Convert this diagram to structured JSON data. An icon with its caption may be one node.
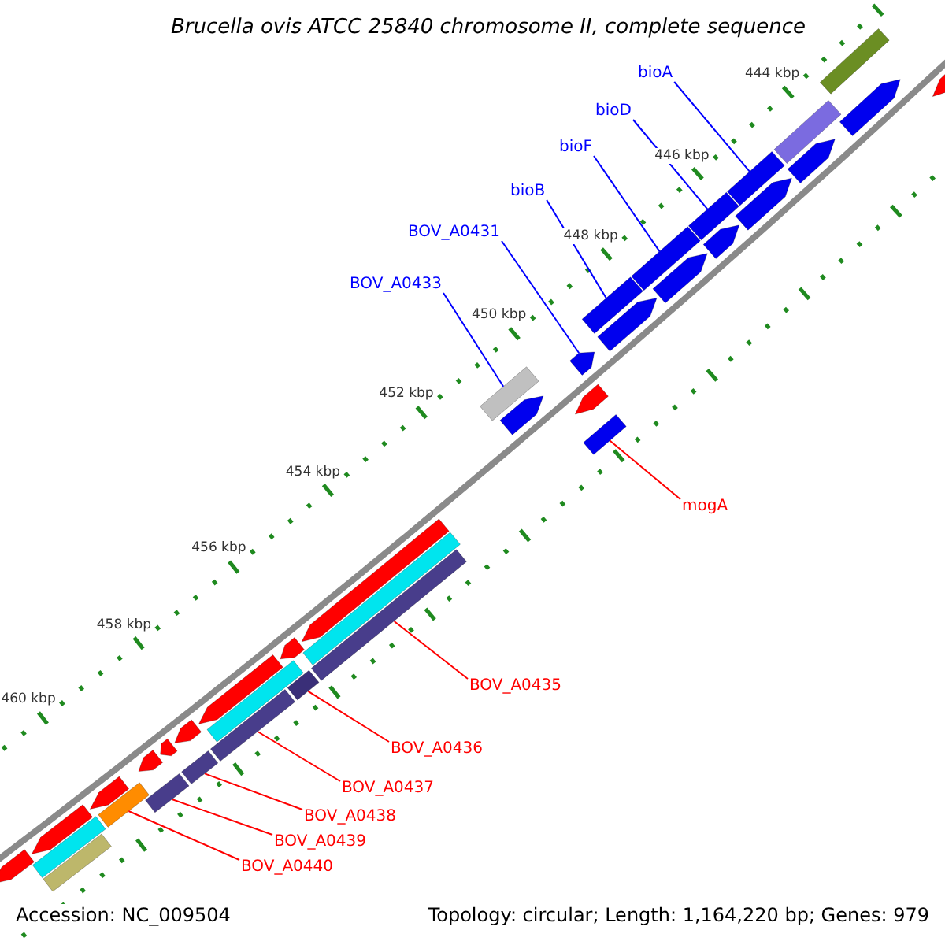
{
  "diagram": {
    "title": "Brucella ovis ATCC 25840 chromosome II, complete sequence",
    "nodes": [
      {
        "text": [
          "bioA"
        ]
      },
      {
        "text": [
          "bioD"
        ]
      },
      {
        "text": [
          "bioF"
        ]
      },
      {
        "text": [
          "bioB"
        ]
      },
      {
        "text": [
          "BOV_A0431"
        ]
      },
      {
        "text": [
          "BOV_A0433"
        ]
      },
      {
        "text": [
          "mogA"
        ]
      },
      {
        "text": [
          "BOV_A0435"
        ]
      },
      {
        "text": [
          "BOV_A0436"
        ]
      },
      {
        "text": [
          "BOV_A0437"
        ]
      },
      {
        "text": [
          "BOV_A0438"
        ]
      },
      {
        "text": [
          "BOV_A0439"
        ]
      },
      {
        "text": [
          "BOV_A0440"
        ]
      },
      {
        "text": [],
        "shape": "bar"
      },
      {
        "text": [],
        "shape": "bar"
      },
      {
        "text": [],
        "shape": "bar"
      },
      {
        "text": [],
        "shape": "bar"
      },
      {
        "text": [],
        "shape": "bar"
      },
      {
        "text": [],
        "shape": "bar"
      },
      {
        "text": [],
        "shape": "bar"
      },
      {
        "text": [],
        "shape": "bar"
      },
      {
        "text": [],
        "shape": "bar"
      },
      {
        "text": [],
        "shape": "bar"
      },
      {
        "text": [],
        "shape": "bar"
      },
      {
        "text": [],
        "shape": "bar"
      },
      {
        "text": [],
        "shape": "bar"
      },
      {
        "text": [],
        "shape": "bar"
      },
      {
        "text": [],
        "shape": "bar"
      },
      {
        "text": [],
        "shape": "bar"
      },
      {
        "text": [],
        "shape": "bar"
      },
      {
        "text": [],
        "shape": "bar"
      },
      {
        "text": [],
        "shape": "bar"
      },
      {
        "text": [],
        "shape": "bar"
      },
      {
        "text": [],
        "shape": "bar"
      },
      {
        "text": [],
        "shape": "bar"
      },
      {
        "text": [],
        "shape": "bar"
      },
      {
        "text": [],
        "shape": "bar"
      },
      {
        "text": [],
        "shape": "bar"
      },
      {
        "text": [],
        "shape": "bar"
      },
      {
        "text": [],
        "shape": "bar"
      },
      {
        "text": [],
        "shape": "bar"
      },
      {
        "text": [],
        "shape": "bar"
      },
      {
        "text": [],
        "shape": "bar"
      },
      {
        "text": [],
        "shape": "bar"
      },
      {
        "text": [],
        "shape": "bar"
      },
      {
        "text": [],
        "shape": "bar"
      },
      {
        "text": [],
        "shape": "bar"
      },
      {
        "text": [],
        "shape": "bar"
      },
      {
        "text": [],
        "shape": "bar"
      },
      {
        "text": [],
        "shape": "bar"
      }
    ],
    "edges": [
      {
        "from": 0,
        "to": 13,
        "arrow": "none",
        "color": "#0000ff"
      },
      {
        "from": 1,
        "to": 14,
        "arrow": "none",
        "color": "#0000ff"
      },
      {
        "from": 2,
        "to": 15,
        "arrow": "none",
        "color": "#0000ff"
      },
      {
        "from": 3,
        "to": 16,
        "arrow": "none",
        "color": "#0000ff"
      },
      {
        "from": 4,
        "to": 17,
        "arrow": "none",
        "color": "#0000ff"
      },
      {
        "from": 5,
        "to": 18,
        "arrow": "none",
        "color": "#0000ff"
      },
      {
        "from": 6,
        "to": 19,
        "arrow": "none"
      },
      {
        "from": 7,
        "to": 20,
        "arrow": "none"
      },
      {
        "from": 8,
        "to": 21,
        "arrow": "none"
      },
      {
        "from": 9,
        "to": 22,
        "arrow": "none"
      },
      {
        "from": 10,
        "to": 23,
        "arrow": "none"
      },
      {
        "from": 11,
        "to": 24,
        "arrow": "none"
      },
      {
        "from": 12,
        "to": 25,
        "arrow": "none"
      }
    ],
    "labels": [
      "444 kbp",
      "446 kbp",
      "448 kbp",
      "450 kbp",
      "452 kbp",
      "454 kbp",
      "456 kbp",
      "458 kbp",
      "460 kbp",
      "Accession: NC_009504",
      "Topology: circular; Length: 1,164,220 bp; Genes: 979"
    ]
  }
}
